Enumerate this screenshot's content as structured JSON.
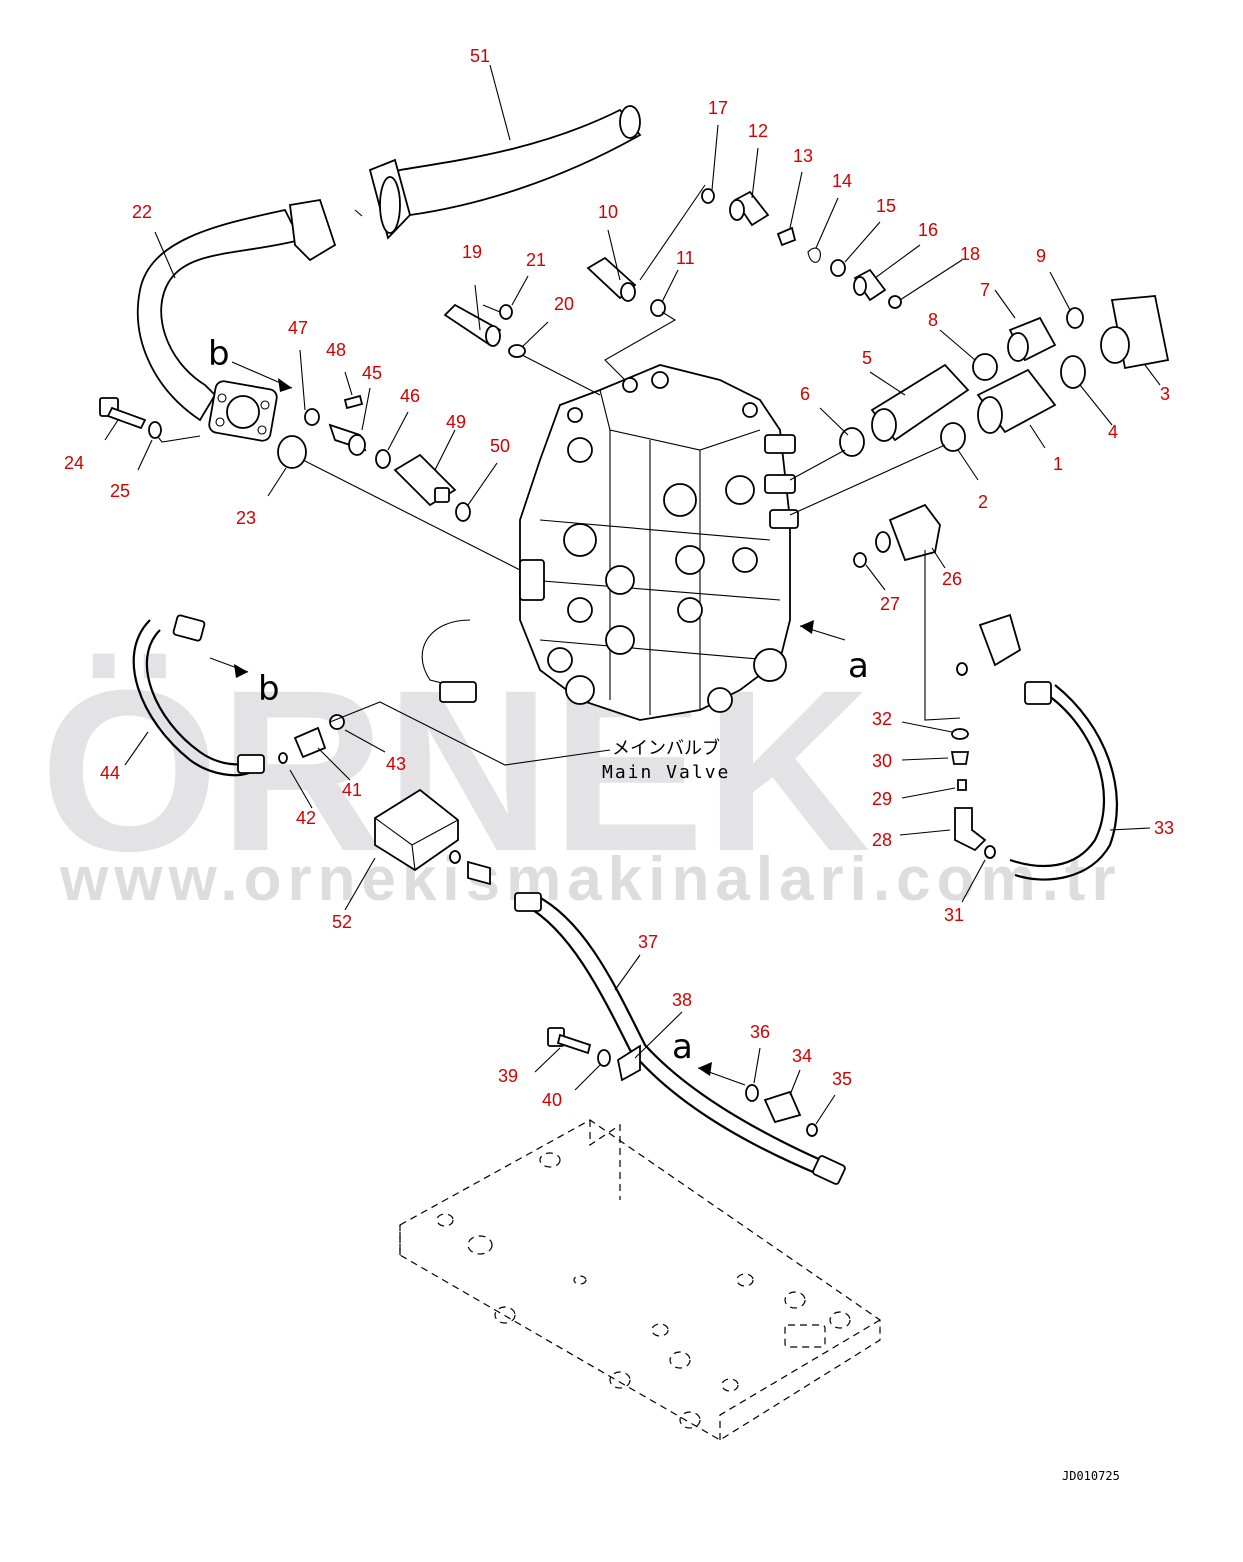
{
  "watermark": {
    "brand": "ÖRNEK",
    "url": "www.ornekismakinalari.com.tr"
  },
  "labels": {
    "main_valve_jp": "メインバルブ",
    "main_valve_en": "Main Valve",
    "drawing_code": "JD010725",
    "letter_a_1": "a",
    "letter_a_2": "a",
    "letter_b_1": "b",
    "letter_b_2": "b"
  },
  "colors": {
    "part_number": "#d40000",
    "linework": "#000000",
    "watermark": "#e3e3e6"
  },
  "part_numbers": [
    "1",
    "2",
    "3",
    "4",
    "5",
    "6",
    "7",
    "8",
    "9",
    "10",
    "11",
    "12",
    "13",
    "14",
    "15",
    "16",
    "17",
    "18",
    "19",
    "20",
    "21",
    "22",
    "23",
    "24",
    "25",
    "26",
    "27",
    "28",
    "29",
    "30",
    "31",
    "32",
    "33",
    "34",
    "35",
    "36",
    "37",
    "38",
    "39",
    "40",
    "41",
    "42",
    "43",
    "44",
    "45",
    "46",
    "47",
    "48",
    "49",
    "50",
    "51",
    "52"
  ]
}
